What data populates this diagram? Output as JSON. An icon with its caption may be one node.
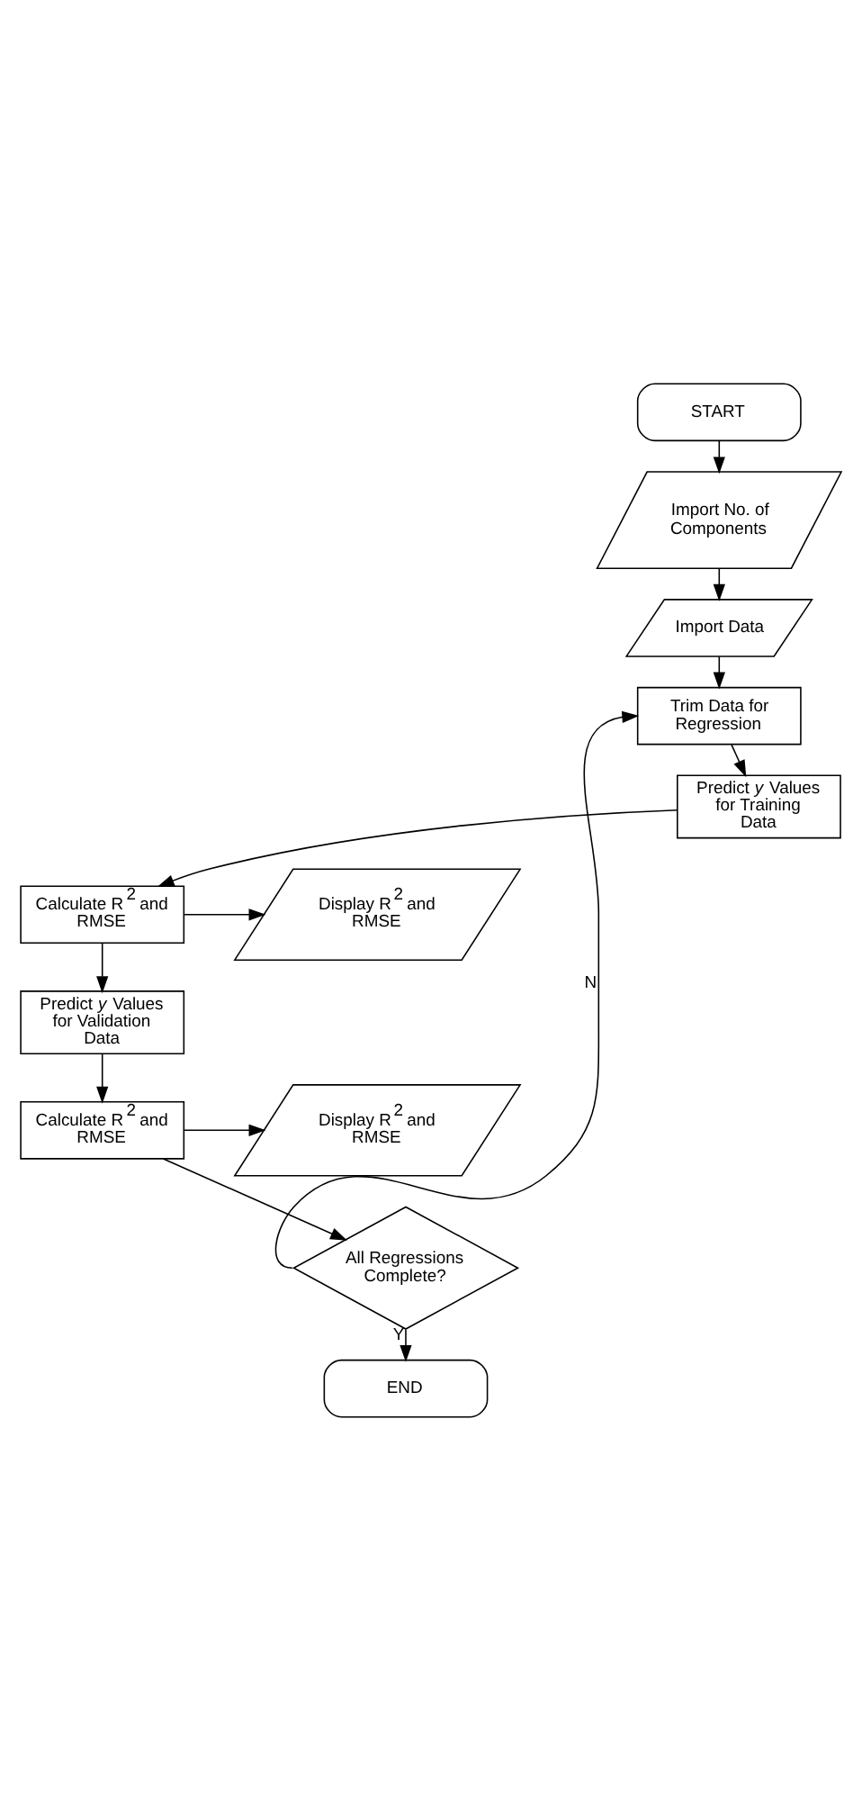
{
  "diagram": {
    "nodes": [
      {
        "text": [
          "START"
        ]
      },
      {
        "text": [
          "Import No. of Components"
        ]
      },
      {
        "text": [
          "Import Data"
        ]
      },
      {
        "text": [
          "Trim Data for Regression"
        ]
      },
      {
        "text": [
          "Predict *y* Values for Training Data"
        ]
      },
      {
        "text": [
          "Calculate R$^{2}$ and RMSE"
        ]
      },
      {
        "text": [
          "Display R$^{2}$ and RMSE"
        ]
      },
      {
        "text": [
          "Predict *y* Values for Validation Data"
        ]
      },
      {
        "text": [
          "Calculate R$^{2}$ and RMSE"
        ]
      },
      {
        "text": [
          "Display R$^{2}$ and RMSE"
        ]
      },
      {
        "text": [
          "All Regressions Complete?"
        ]
      },
      {
        "text": [
          "END"
        ]
      }
    ],
    "edges": [
      {
        "from": 0,
        "to": 1,
        "arrow": "to"
      },
      {
        "from": 1,
        "to": 2,
        "arrow": "to"
      },
      {
        "from": 2,
        "to": 3,
        "arrow": "to"
      },
      {
        "from": 3,
        "to": 4,
        "arrow": "to"
      },
      {
        "from": 4,
        "to": 5,
        "arrow": "to"
      },
      {
        "from": 5,
        "to": 6,
        "arrow": "to"
      },
      {
        "from": 5,
        "to": 7,
        "arrow": "to"
      },
      {
        "from": 7,
        "to": 8,
        "arrow": "to"
      },
      {
        "from": 8,
        "to": 9,
        "arrow": "to"
      },
      {
        "from": 8,
        "to": 10,
        "arrow": "to"
      },
      {
        "from": 10,
        "to": 3,
        "arrow": "to",
        "label": "N"
      },
      {
        "from": 10,
        "to": 11,
        "arrow": "to",
        "label": "Y"
      }
    ]
  }
}
